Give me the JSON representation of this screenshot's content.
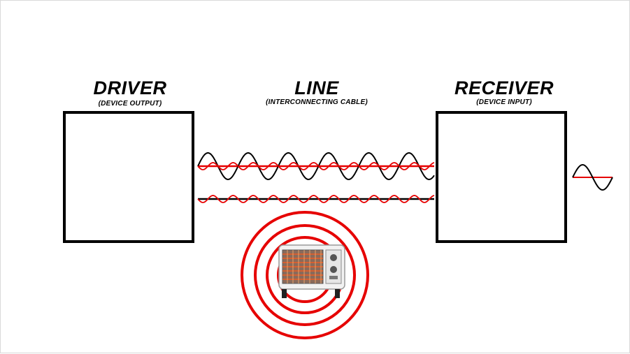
{
  "driver": {
    "title": "DRIVER",
    "subtitle": "(DEVICE OUTPUT)"
  },
  "line": {
    "title": "LINE",
    "subtitle": "(INTERCONNECTING CABLE)"
  },
  "receiver": {
    "title": "RECEIVER",
    "subtitle": "(DEVICE INPUT)"
  },
  "colors": {
    "signal": "#000000",
    "noise": "#e60000",
    "box": "#000000"
  },
  "icons": {
    "interference_source": "space-heater-icon"
  }
}
